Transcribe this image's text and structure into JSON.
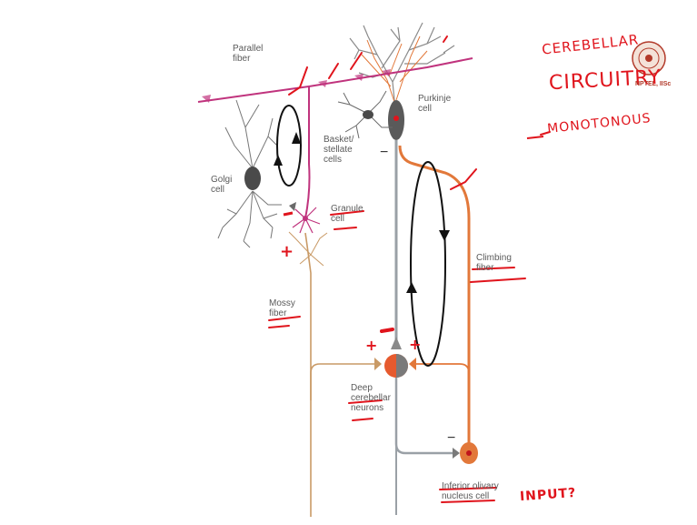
{
  "labels": {
    "parallel_fiber": [
      "Parallel",
      "fiber"
    ],
    "purkinje_cell": [
      "Purkinje",
      "cell"
    ],
    "basket_stellate": [
      "Basket/",
      "stellate",
      "cells"
    ],
    "golgi_cell": [
      "Golgi",
      "cell"
    ],
    "granule_cell": [
      "Granule",
      "cell"
    ],
    "climbing_fiber": [
      "Climbing",
      "fiber"
    ],
    "mossy_fiber": [
      "Mossy",
      "fiber"
    ],
    "deep_cerebellar": [
      "Deep",
      "cerebellar",
      "neurons"
    ],
    "inferior_olivary": [
      "Inferior olivary",
      "nucleus cell"
    ]
  },
  "signs": {
    "purkinje_minus": "−",
    "inferior_minus": "−",
    "mossy_plus": "+",
    "deep_plus_left": "+",
    "deep_plus_right": "+"
  },
  "annotations": {
    "title_line1": "CEREBELLAR",
    "title_line2": "CIRCUITRY",
    "monotonous": "MONOTONOUS",
    "input": "INPUT?"
  },
  "logo": {
    "text": "NPTEL, IISc"
  },
  "colors": {
    "parallel_fiber": "#c0337d",
    "climbing_fiber": "#e2783a",
    "mossy_fiber": "#c99a66",
    "purkinje_axon": "#9aa0a6",
    "annotation_red": "#e0141c",
    "dark_cell": "#4a4a4a",
    "deep_nucleus": "#e65a2e"
  }
}
